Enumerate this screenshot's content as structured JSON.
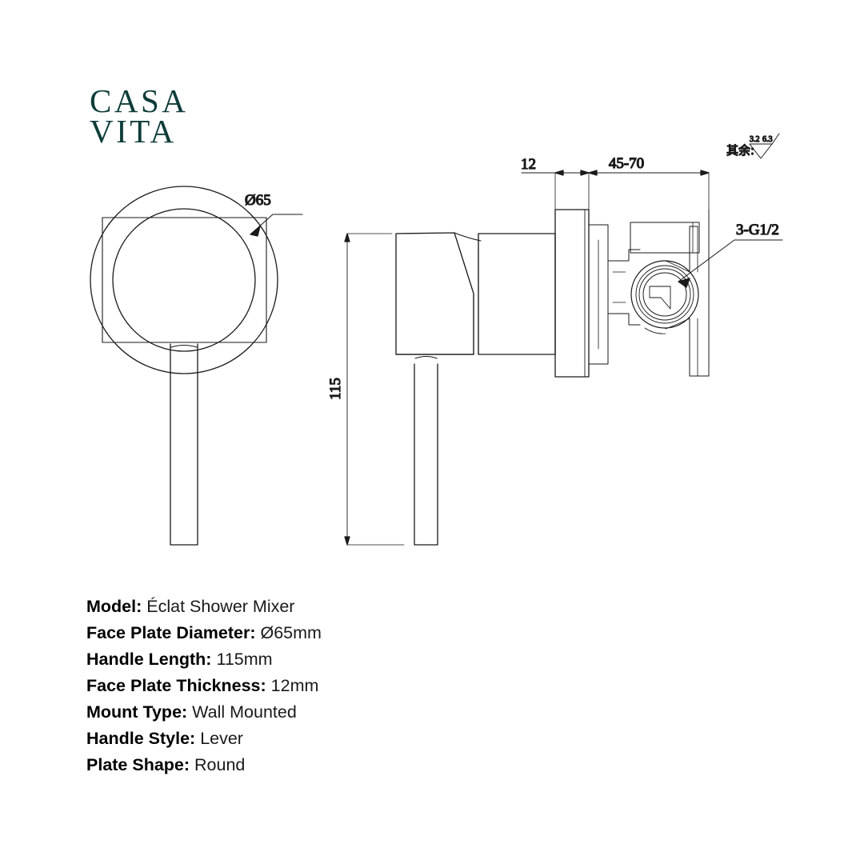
{
  "brand": {
    "line1": "CASA",
    "line2": "VITA",
    "color": "#0e3d3a"
  },
  "drawing": {
    "title": "Shower mixer technical drawing",
    "views": [
      {
        "name": "front-view",
        "label": ""
      },
      {
        "name": "side-view",
        "label": ""
      }
    ],
    "annotations": {
      "diameter": "Ø65",
      "plate_thickness": "12",
      "depth_range": "45-70",
      "handle_length": "115",
      "thread_callout": "3-G1/2",
      "surface_finish_prefix": "其余:",
      "surface_finish_mark_left": "3.2",
      "surface_finish_mark_right": "6.3"
    },
    "line_color": "#1a1a1a"
  },
  "specs": [
    {
      "label": "Model:",
      "value": "Éclat Shower Mixer"
    },
    {
      "label": "Face Plate Diameter:",
      "value": "Ø65mm"
    },
    {
      "label": "Handle Length:",
      "value": "115mm"
    },
    {
      "label": "Face Plate Thickness:",
      "value": "12mm"
    },
    {
      "label": "Mount Type:",
      "value": "Wall Mounted"
    },
    {
      "label": "Handle Style:",
      "value": "Lever"
    },
    {
      "label": "Plate Shape:",
      "value": "Round"
    }
  ]
}
